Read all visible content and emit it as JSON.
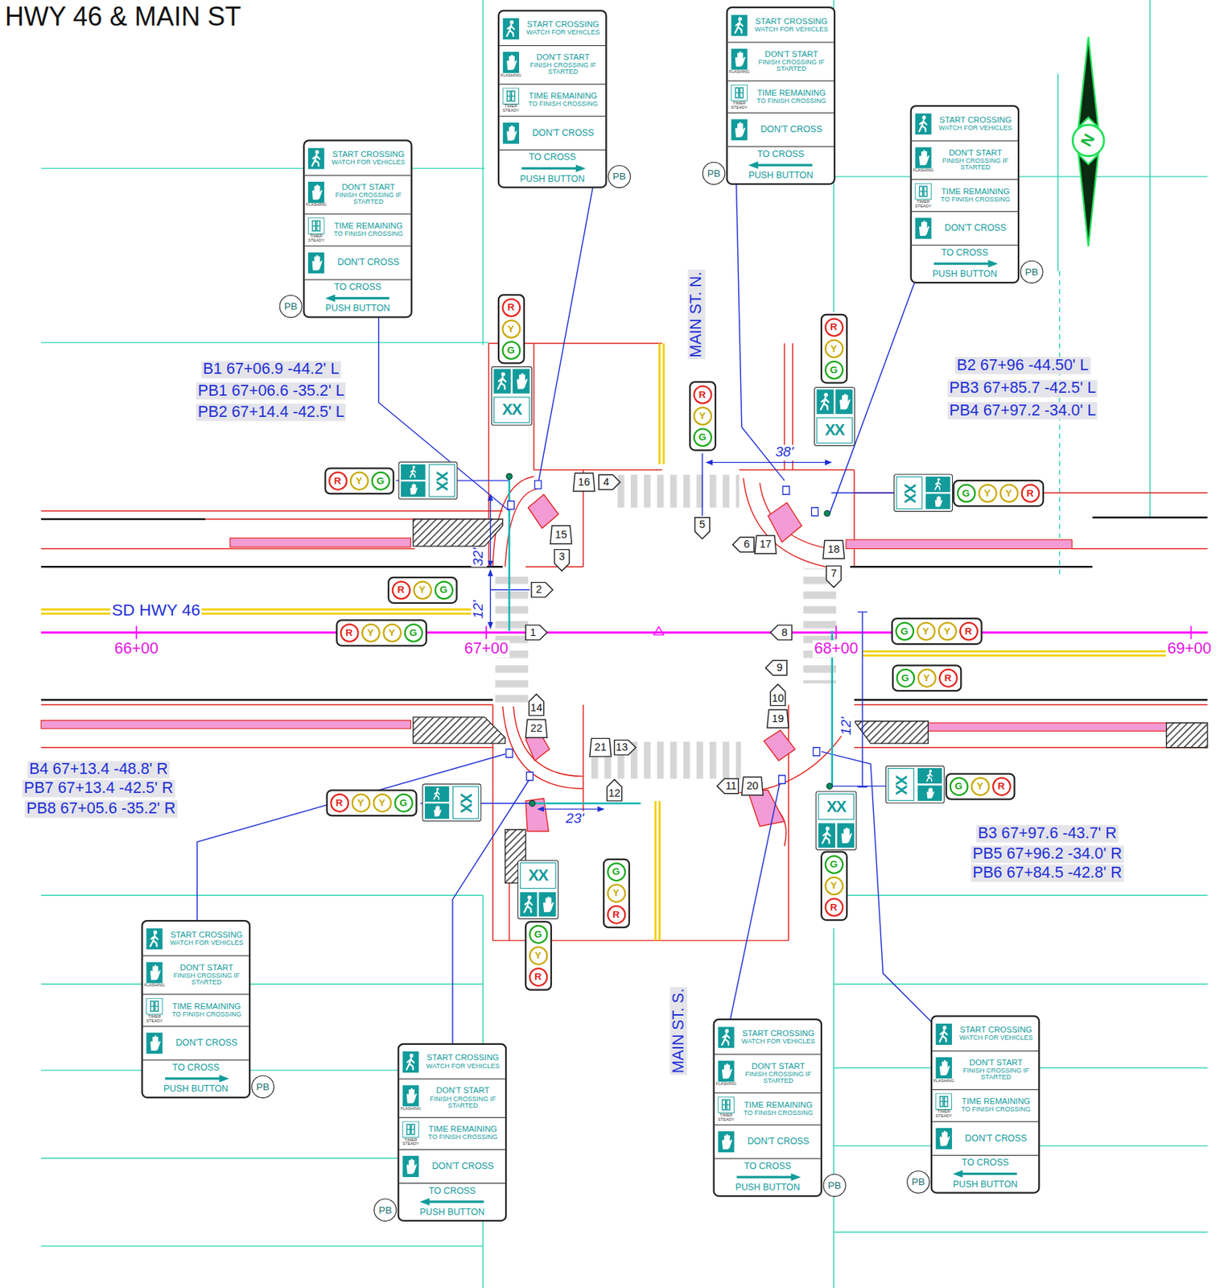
{
  "diagram": {
    "title": "HWY 46 & MAIN ST",
    "nodes": [
      {
        "text": [
          "START CROSSING",
          "WATCH FOR VEHICLES",
          "DON'T START",
          "FINISH CROSSING IF STARTED",
          "FLASHING",
          "TIME REMAINING",
          "TO FINISH CROSSING",
          "TIMER",
          "STEADY",
          "DON'T CROSS",
          "TO CROSS",
          "PUSH BUTTON"
        ]
      },
      {
        "text": [
          "PB"
        ]
      },
      {
        "text": [
          "START CROSSING",
          "WATCH FOR VEHICLES",
          "DON'T START",
          "FINISH CROSSING IF STARTED",
          "FLASHING",
          "TIME REMAINING",
          "TO FINISH CROSSING",
          "TIMER",
          "STEADY",
          "DON'T CROSS",
          "TO CROSS",
          "PUSH BUTTON"
        ]
      },
      {
        "text": [
          "PB"
        ]
      },
      {
        "text": [
          "START CROSSING",
          "WATCH FOR VEHICLES",
          "DON'T START",
          "FINISH CROSSING IF STARTED",
          "FLASHING",
          "TIME REMAINING",
          "TO FINISH CROSSING",
          "TIMER",
          "STEADY",
          "DON'T CROSS",
          "TO CROSS",
          "PUSH BUTTON"
        ]
      },
      {
        "text": [
          "PB"
        ]
      },
      {
        "text": [
          "START CROSSING",
          "WATCH FOR VEHICLES",
          "DON'T START",
          "FINISH CROSSING IF STARTED",
          "FLASHING",
          "TIME REMAINING",
          "TO FINISH CROSSING",
          "TIMER",
          "STEADY",
          "DON'T CROSS",
          "TO CROSS",
          "PUSH BUTTON"
        ]
      },
      {
        "text": [
          "PB"
        ]
      },
      {
        "text": [
          "START CROSSING",
          "WATCH FOR VEHICLES",
          "DON'T START",
          "FINISH CROSSING IF STARTED",
          "FLASHING",
          "TIME REMAINING",
          "TO FINISH CROSSING",
          "TIMER",
          "STEADY",
          "DON'T CROSS",
          "TO CROSS",
          "PUSH BUTTON"
        ]
      },
      {
        "text": [
          "PB"
        ]
      },
      {
        "text": [
          "START CROSSING",
          "WATCH FOR VEHICLES",
          "DON'T START",
          "FINISH CROSSING IF STARTED",
          "FLASHING",
          "TIME REMAINING",
          "TO FINISH CROSSING",
          "TIMER",
          "STEADY",
          "DON'T CROSS",
          "TO CROSS",
          "PUSH BUTTON"
        ]
      },
      {
        "text": [
          "PB"
        ]
      },
      {
        "text": [
          "START CROSSING",
          "WATCH FOR VEHICLES",
          "DON'T START",
          "FINISH CROSSING IF STARTED",
          "FLASHING",
          "TIME REMAINING",
          "TO FINISH CROSSING",
          "TIMER",
          "STEADY",
          "DON'T CROSS",
          "TO CROSS",
          "PUSH BUTTON"
        ]
      },
      {
        "text": [
          "PB"
        ]
      },
      {
        "text": [
          "START CROSSING",
          "WATCH FOR VEHICLES",
          "DON'T START",
          "FINISH CROSSING IF STARTED",
          "FLASHING",
          "TIME REMAINING",
          "TO FINISH CROSSING",
          "TIMER",
          "STEADY",
          "DON'T CROSS",
          "TO CROSS",
          "PUSH BUTTON"
        ]
      },
      {
        "text": [
          "PB"
        ]
      },
      {
        "text": [
          "R",
          "Y",
          "G"
        ]
      },
      {
        "text": [
          "R",
          "Y",
          "G"
        ]
      },
      {
        "text": [
          "R",
          "Y",
          "G"
        ]
      },
      {
        "text": [
          "R",
          "Y",
          "G"
        ]
      },
      {
        "text": [
          "G",
          "Y",
          "Y",
          "R"
        ]
      },
      {
        "text": [
          "R",
          "Y",
          "G"
        ]
      },
      {
        "text": [
          "R",
          "Y",
          "Y",
          "G"
        ]
      },
      {
        "text": [
          "G",
          "Y",
          "Y",
          "R"
        ]
      },
      {
        "text": [
          "G",
          "Y",
          "R"
        ]
      },
      {
        "text": [
          "G",
          "Y",
          "R"
        ]
      },
      {
        "text": [
          "R",
          "Y",
          "Y",
          "G"
        ]
      },
      {
        "text": [
          "G",
          "Y",
          "R"
        ]
      },
      {
        "text": [
          "G",
          "Y",
          "R"
        ]
      },
      {
        "text": [
          "G",
          "Y",
          "R"
        ]
      },
      {
        "text": [
          "XX"
        ]
      },
      {
        "text": [
          "XX"
        ]
      },
      {
        "text": [
          "XX"
        ]
      },
      {
        "text": [
          "XX"
        ]
      },
      {
        "text": [
          "XX"
        ]
      },
      {
        "text": [
          "XX"
        ]
      },
      {
        "text": [
          "XX"
        ]
      },
      {
        "text": [
          "XX"
        ]
      }
    ],
    "labels": [
      "B1 67+06.9 -44.2' L",
      "PB1 67+06.6 -35.2' L",
      "PB2 67+14.4 -42.5' L",
      "B2 67+96 -44.50' L",
      "PB3 67+85.7 -42.5' L",
      "PB4 67+97.2 -34.0' L",
      "B4 67+13.4 -48.8' R",
      "PB7 67+13.4 -42.5' R",
      "PB8 67+05.6 -35.2' R",
      "B3 67+97.6 -43.7' R",
      "PB5 67+96.2 -34.0' R",
      "PB6 67+84.5 -42.8' R",
      "MAIN ST. N.",
      "MAIN ST. S.",
      "SD HWY 46",
      "66+00",
      "67+00",
      "68+00",
      "69+00",
      "38'",
      "32'",
      "12'",
      "23'",
      "12'",
      "N",
      "1",
      "2",
      "3",
      "4",
      "5",
      "6",
      "7",
      "8",
      "9",
      "10",
      "11",
      "12",
      "13",
      "14",
      "15",
      "16",
      "17",
      "18",
      "19",
      "20",
      "21",
      "22"
    ]
  }
}
